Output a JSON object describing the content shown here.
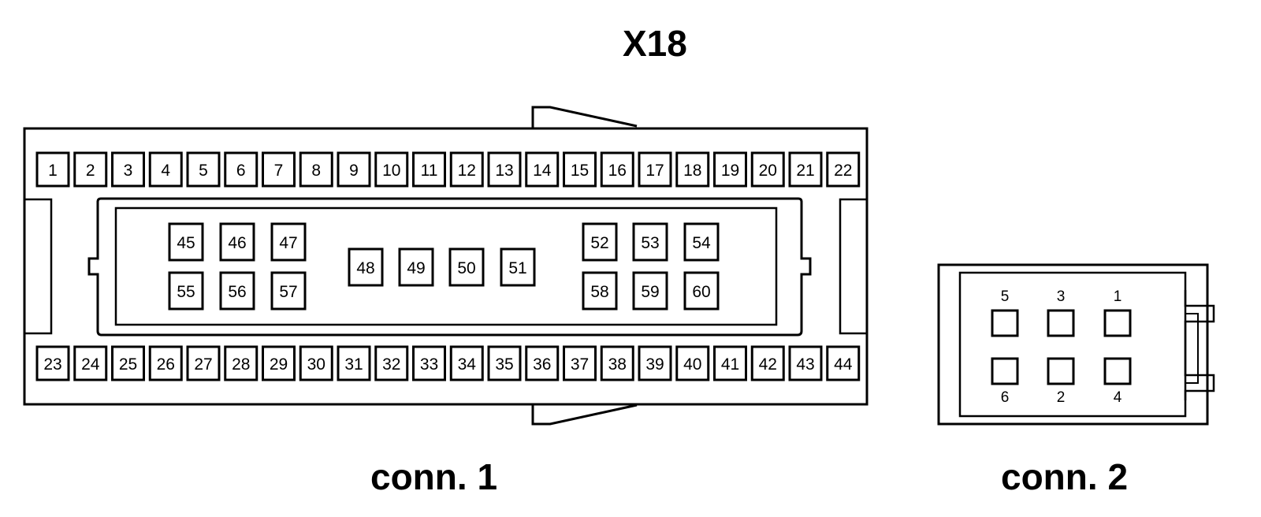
{
  "title": "X18",
  "conn1": {
    "caption": "conn. 1",
    "top_row": [
      "1",
      "2",
      "3",
      "4",
      "5",
      "6",
      "7",
      "8",
      "9",
      "10",
      "11",
      "12",
      "13",
      "14",
      "15",
      "16",
      "17",
      "18",
      "19",
      "20",
      "21",
      "22"
    ],
    "bottom_row": [
      "23",
      "24",
      "25",
      "26",
      "27",
      "28",
      "29",
      "30",
      "31",
      "32",
      "33",
      "34",
      "35",
      "36",
      "37",
      "38",
      "39",
      "40",
      "41",
      "42",
      "43",
      "44"
    ],
    "inner_upper_left": [
      "45",
      "46",
      "47"
    ],
    "inner_lower_left": [
      "55",
      "56",
      "57"
    ],
    "inner_middle": [
      "48",
      "49",
      "50",
      "51"
    ],
    "inner_upper_right": [
      "52",
      "53",
      "54"
    ],
    "inner_lower_right": [
      "58",
      "59",
      "60"
    ]
  },
  "conn2": {
    "caption": "conn. 2",
    "top_labels": [
      "5",
      "3",
      "1"
    ],
    "bottom_labels": [
      "6",
      "2",
      "4"
    ]
  }
}
